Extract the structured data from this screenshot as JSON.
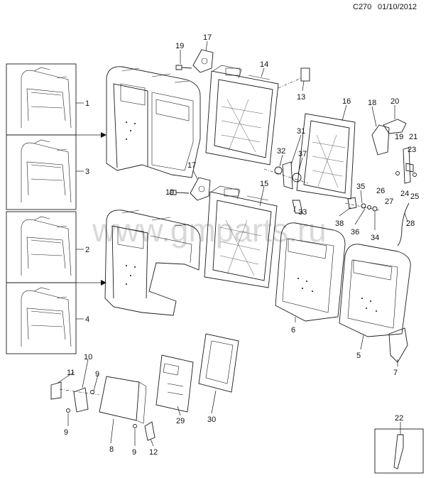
{
  "header": {
    "code": "C270",
    "date": "01/10/2012"
  },
  "watermark": "www.gmparts.ru",
  "callouts": [
    {
      "label": "1"
    },
    {
      "label": "3"
    },
    {
      "label": "2"
    },
    {
      "label": "4"
    },
    {
      "label": "19"
    },
    {
      "label": "17"
    },
    {
      "label": "14"
    },
    {
      "label": "13"
    },
    {
      "label": "16"
    },
    {
      "label": "18"
    },
    {
      "label": "20"
    },
    {
      "label": "31"
    },
    {
      "label": "32"
    },
    {
      "label": "37"
    },
    {
      "label": "19"
    },
    {
      "label": "21"
    },
    {
      "label": "23"
    },
    {
      "label": "17"
    },
    {
      "label": "19"
    },
    {
      "label": "15"
    },
    {
      "label": "35"
    },
    {
      "label": "26"
    },
    {
      "label": "24"
    },
    {
      "label": "25"
    },
    {
      "label": "27"
    },
    {
      "label": "33"
    },
    {
      "label": "28"
    },
    {
      "label": "38"
    },
    {
      "label": "36"
    },
    {
      "label": "34"
    },
    {
      "label": "6"
    },
    {
      "label": "5"
    },
    {
      "label": "7"
    },
    {
      "label": "10"
    },
    {
      "label": "11"
    },
    {
      "label": "9"
    },
    {
      "label": "9"
    },
    {
      "label": "9"
    },
    {
      "label": "8"
    },
    {
      "label": "29"
    },
    {
      "label": "30"
    },
    {
      "label": "12"
    },
    {
      "label": "22"
    }
  ]
}
